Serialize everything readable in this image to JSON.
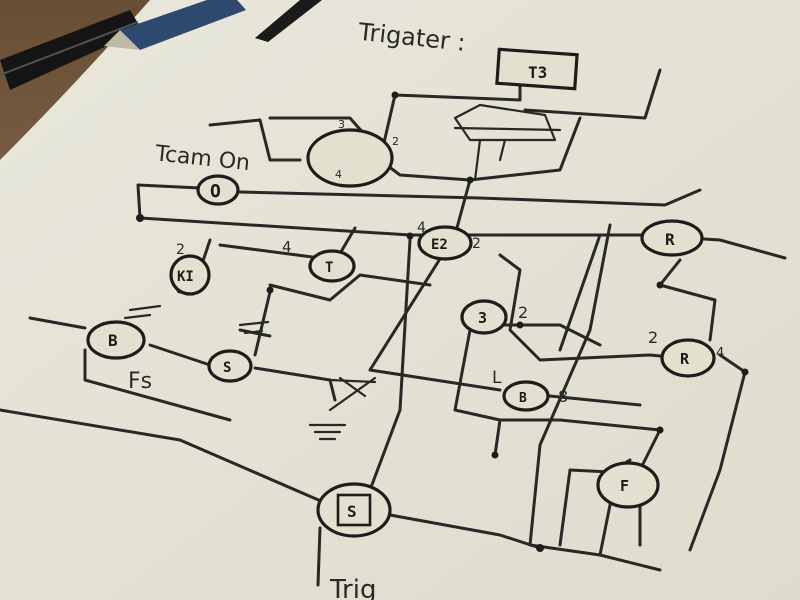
{
  "labels": {
    "title": "Trigater :",
    "turn_on": "Tcam On",
    "fs": "Fs",
    "bottom": "Trig"
  },
  "component_glyphs": {
    "top_box": "T3",
    "top_ring": "O",
    "k1": "KI",
    "t_mid": "T",
    "e2": "E2",
    "r_right": "R",
    "s_box": "S",
    "b_left": "B",
    "lamp": "L",
    "three": "3",
    "d_mid": "B",
    "r2": "R",
    "f_lower": "F",
    "big_s": "S"
  },
  "pin_labels": {
    "p_top_a": "3",
    "p_top_b": "2",
    "p_4_left": "4",
    "p_2_left": "2",
    "p_4_mid": "4",
    "p_4_center": "4",
    "p_2_center": "2",
    "p_2_right_mid": "2",
    "p_l": "L",
    "p_8": "8",
    "p_2_right": "2",
    "p_4_right": "4"
  }
}
